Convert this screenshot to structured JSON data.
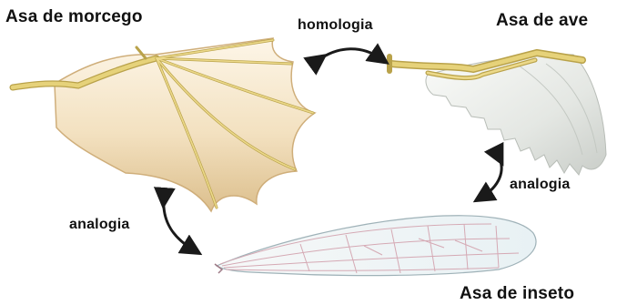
{
  "labels": {
    "bat_wing": "Asa de morcego",
    "bird_wing": "Asa de ave",
    "insect_wing": "Asa de inseto",
    "homology": "homologia",
    "analogy_right": "analogia",
    "analogy_left": "analogia"
  },
  "colors": {
    "bone": "#e6d27a",
    "bone_edge": "#b9a24a",
    "membrane_light": "#fbf1dc",
    "membrane_dark": "#e2c79b",
    "feather": "#e9ebe8",
    "insect_membrane": "#eef4f6",
    "insect_vein": "#d5a9b4",
    "arrow": "#1a1a1a"
  }
}
